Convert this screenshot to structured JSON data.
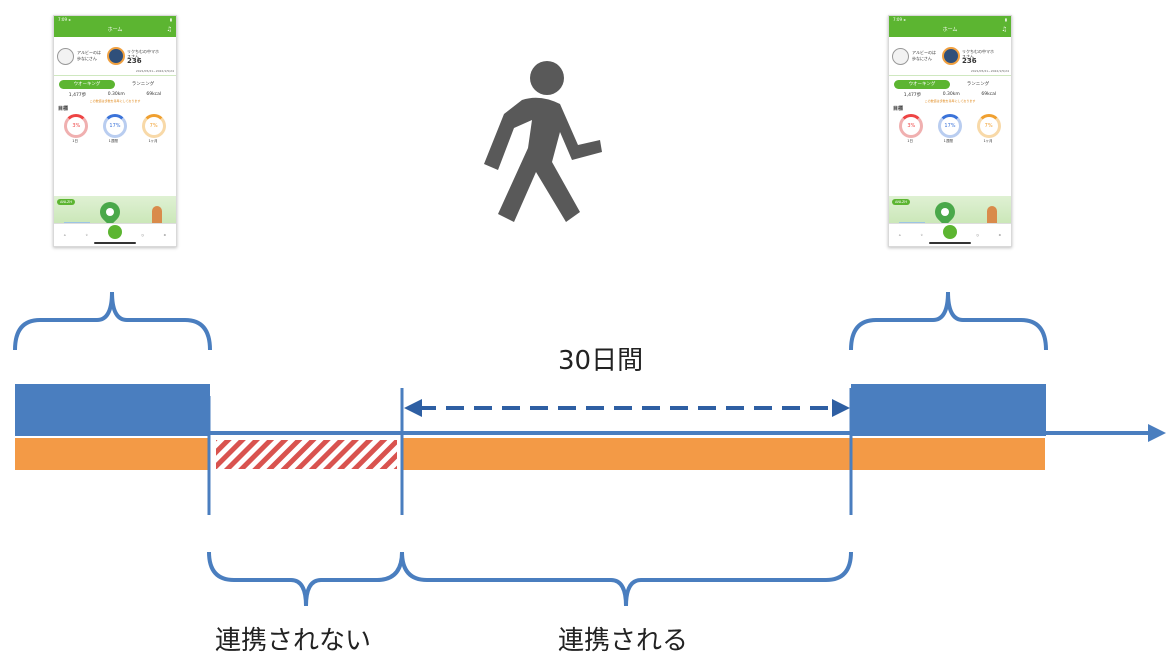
{
  "diagram": {
    "label_30days": "30日間",
    "label_not_linked": "連携されない",
    "label_linked": "連携される",
    "colors": {
      "blue": "#4a7ebf",
      "orange": "#f39a46",
      "hatch_red": "#d9534f",
      "pedestrian": "#595959",
      "text": "#222222"
    }
  },
  "phone_left": {
    "status_time": "7:09 ◂",
    "header_title": "ホーム",
    "user_line1": "アルビーのは",
    "user_line2": "歩なにさん",
    "rank_line1": "リクちむの中マホ",
    "rank_line2": "スさん",
    "rank_score": "236",
    "date_range": "2021/05/21~2022/1/5/24",
    "tab_walking": "ウオーキング",
    "tab_running": "ランニング",
    "stat_steps": "1,477歩",
    "stat_distance": "0.30km",
    "stat_kcal": "69kcal",
    "note": "この数値は歩数を基準にしております",
    "goal_label": "目標",
    "ring1_value": "3%",
    "ring2_value": "17%",
    "ring3_value": "7%",
    "ring1_label": "1日",
    "ring2_label": "1週間",
    "ring3_label": "1ヶ月",
    "banner_tag": "ANLZH"
  },
  "phone_right": {
    "status_time": "7:09 ◂",
    "header_title": "ホーム",
    "user_line1": "アルビーのは",
    "user_line2": "歩なにさん",
    "rank_line1": "リクちむの中マホ",
    "rank_line2": "スさん",
    "rank_score": "236",
    "date_range": "2021/05/21~2022/1/5/24",
    "tab_walking": "ウオーキング",
    "tab_running": "ランニング",
    "stat_steps": "1,477歩",
    "stat_distance": "0.30km",
    "stat_kcal": "69kcal",
    "note": "この数値は歩数を基準にしております",
    "goal_label": "目標",
    "ring1_value": "3%",
    "ring2_value": "17%",
    "ring3_value": "7%",
    "ring1_label": "1日",
    "ring2_label": "1週間",
    "ring3_label": "1ヶ月",
    "banner_tag": "ANLZH"
  },
  "icons": {
    "pedestrian": "walking-person-icon",
    "arrow": "right-arrow-icon"
  }
}
